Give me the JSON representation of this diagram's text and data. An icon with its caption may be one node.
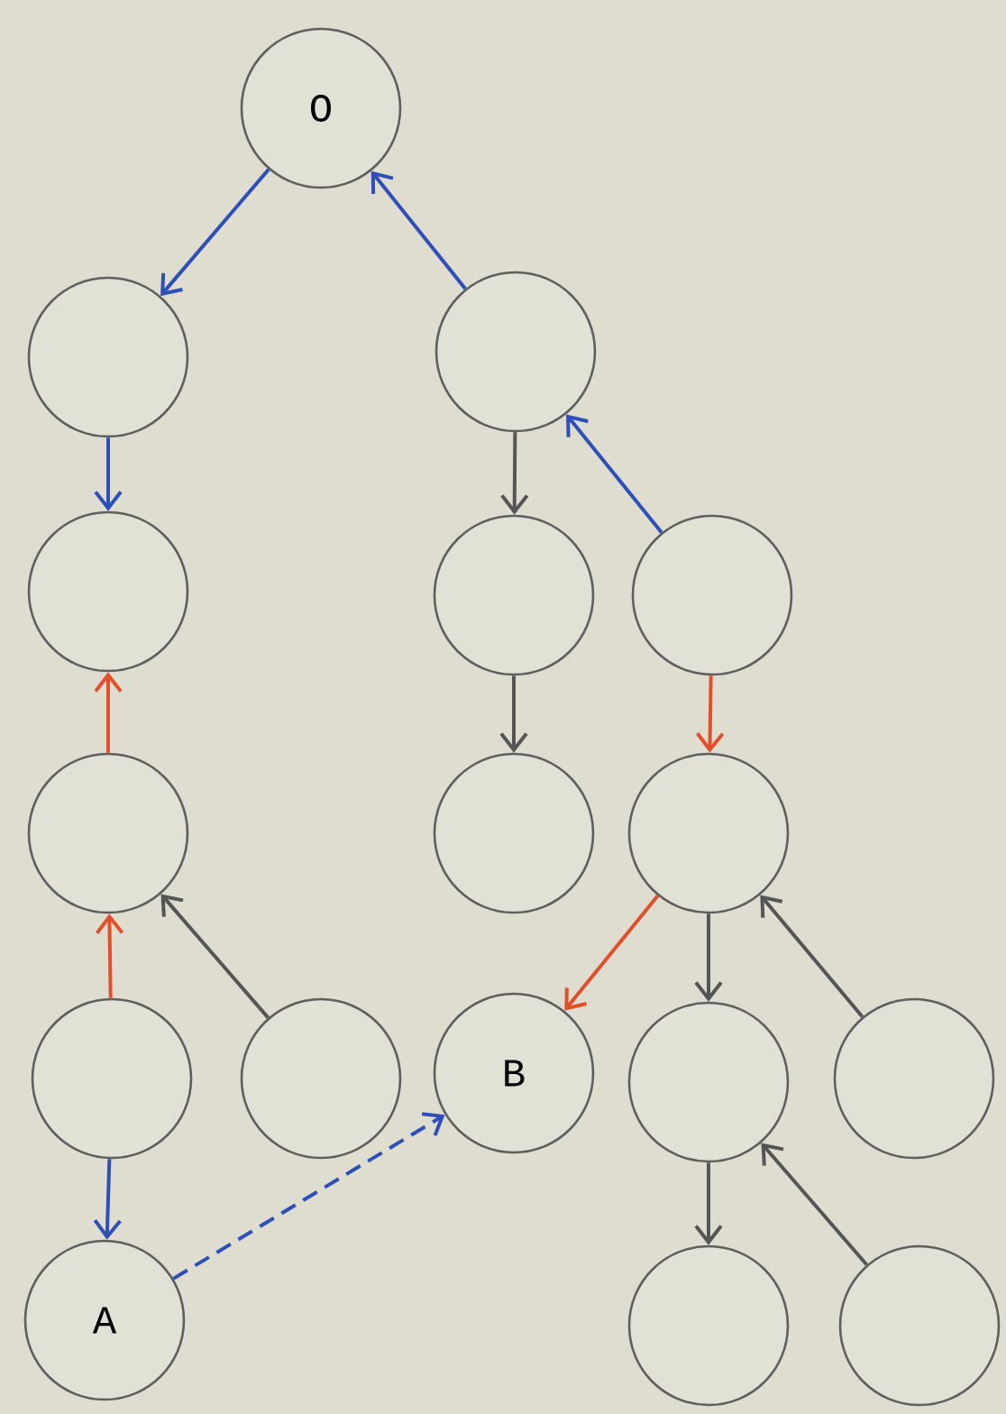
{
  "diagram": {
    "nodes": [
      {
        "text": [
          "O"
        ]
      },
      {
        "text": [],
        "shape": "circle"
      },
      {
        "text": [],
        "shape": "circle"
      },
      {
        "text": [],
        "shape": "circle"
      },
      {
        "text": [],
        "shape": "circle"
      },
      {
        "text": [],
        "shape": "circle"
      },
      {
        "text": [],
        "shape": "circle"
      },
      {
        "text": [],
        "shape": "circle"
      },
      {
        "text": [],
        "shape": "circle"
      },
      {
        "text": [],
        "shape": "circle"
      },
      {
        "text": [],
        "shape": "circle"
      },
      {
        "text": [
          "B"
        ]
      },
      {
        "text": [],
        "shape": "circle"
      },
      {
        "text": [],
        "shape": "circle"
      },
      {
        "text": [
          "A"
        ]
      },
      {
        "text": [],
        "shape": "circle"
      },
      {
        "text": [],
        "shape": "circle"
      }
    ],
    "edges": [
      {
        "from": 0,
        "to": 1,
        "arrow": "to",
        "color": "#2f4fb8"
      },
      {
        "from": 2,
        "to": 0,
        "arrow": "to",
        "color": "#2f4fb8"
      },
      {
        "from": 1,
        "to": 3,
        "arrow": "to",
        "color": "#2f4fb8"
      },
      {
        "from": 2,
        "to": 4,
        "arrow": "to"
      },
      {
        "from": 5,
        "to": 2,
        "arrow": "to",
        "color": "#2f4fb8"
      },
      {
        "from": 6,
        "to": 3,
        "arrow": "to",
        "color": "#e0502a"
      },
      {
        "from": 4,
        "to": 7,
        "arrow": "to"
      },
      {
        "from": 5,
        "to": 8,
        "arrow": "to",
        "color": "#e0502a"
      },
      {
        "from": 9,
        "to": 6,
        "arrow": "to",
        "color": "#e0502a"
      },
      {
        "from": 10,
        "to": 6,
        "arrow": "to"
      },
      {
        "from": 8,
        "to": 11,
        "arrow": "to",
        "color": "#e0502a"
      },
      {
        "from": 8,
        "to": 12,
        "arrow": "to"
      },
      {
        "from": 13,
        "to": 8,
        "arrow": "to"
      },
      {
        "from": 9,
        "to": 14,
        "arrow": "to",
        "color": "#2f4fb8"
      },
      {
        "from": 14,
        "to": 11,
        "arrow": "to",
        "style": "dashed",
        "color": "#2f4fb8"
      },
      {
        "from": 12,
        "to": 15,
        "arrow": "to"
      },
      {
        "from": 16,
        "to": 12,
        "arrow": "to"
      }
    ]
  }
}
